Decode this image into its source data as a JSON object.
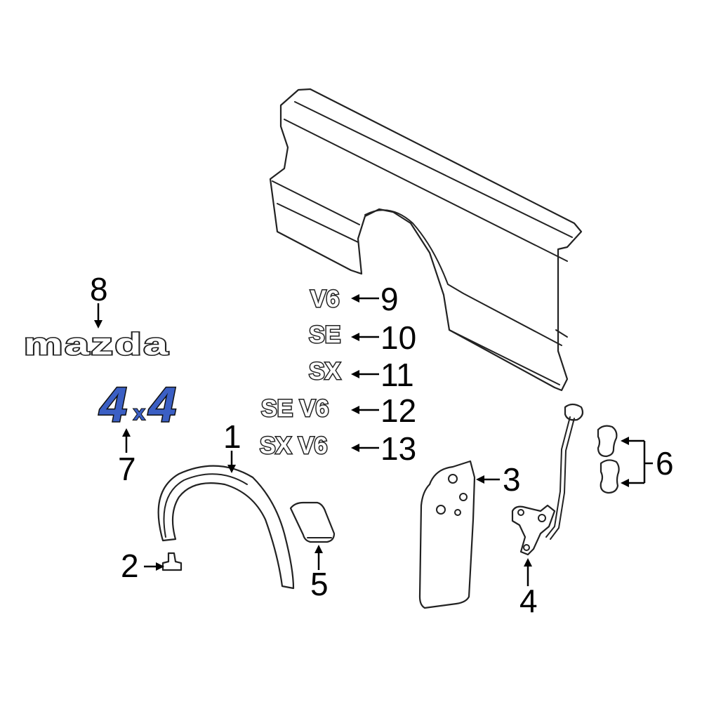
{
  "diagram": {
    "callouts": {
      "c1": "1",
      "c2": "2",
      "c3": "3",
      "c4": "4",
      "c5": "5",
      "c6": "6",
      "c7": "7",
      "c8": "8",
      "c9": "9",
      "c10": "10",
      "c11": "11",
      "c12": "12",
      "c13": "13"
    },
    "badges": {
      "b9": "V6",
      "b10": "SE",
      "b11": "SX",
      "b12": "SE V6",
      "b13": "SX V6"
    },
    "emblems": {
      "logo": "mazda",
      "fourx4_a": "4",
      "fourx4_x": "x",
      "fourx4_b": "4"
    },
    "colors": {
      "highlight": "#3b5fc4",
      "outline": "#222222",
      "background": "#ffffff"
    }
  }
}
